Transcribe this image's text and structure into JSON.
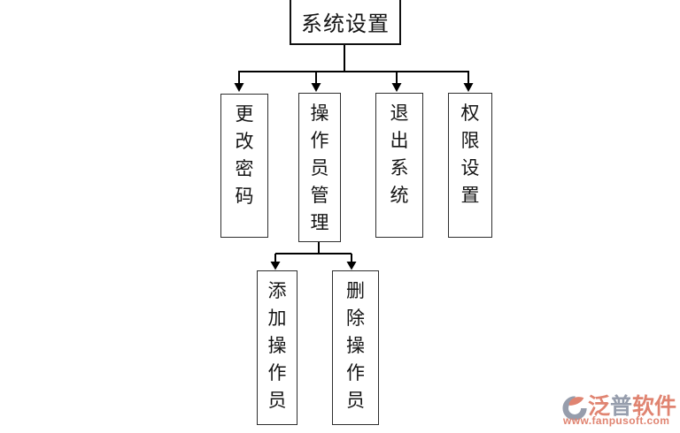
{
  "diagram": {
    "root": {
      "label": "系统设置"
    },
    "level1": [
      {
        "label": "更改密码"
      },
      {
        "label": "操作员管理"
      },
      {
        "label": "退出系统"
      },
      {
        "label": "权限设置"
      }
    ],
    "level2": [
      {
        "label": "添加操作员"
      },
      {
        "label": "删除操作员"
      }
    ]
  },
  "watermark": {
    "brand": "泛普软件",
    "brand_parts": [
      {
        "text": "泛",
        "color": "#e08471"
      },
      {
        "text": "普",
        "color": "#969dac"
      },
      {
        "text": "软件",
        "color": "#e08471"
      }
    ],
    "url": "www.fanpusoft.com",
    "url_color": "#e08471",
    "icon_blue": "#969dac",
    "icon_salmon": "#e08471"
  }
}
